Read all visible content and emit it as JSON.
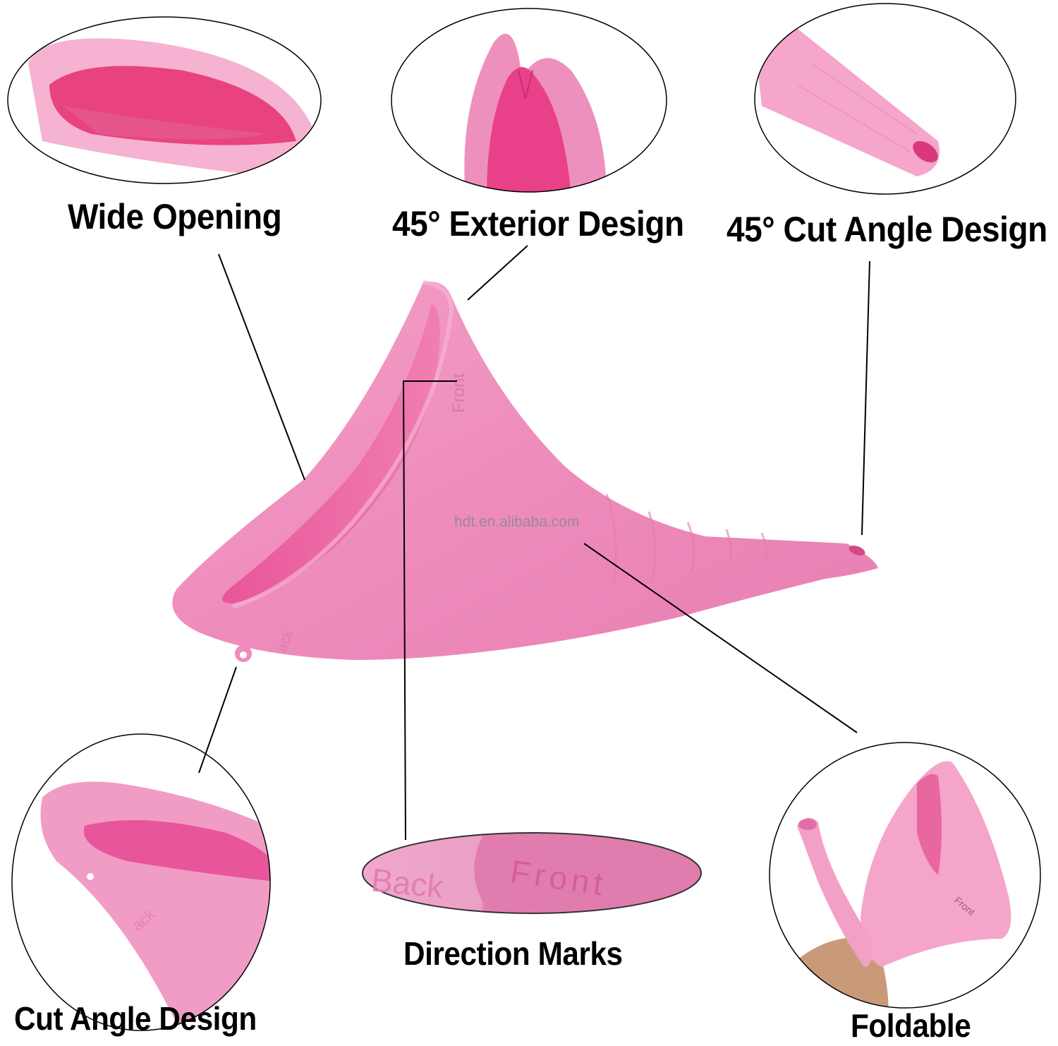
{
  "colors": {
    "product_pink": "#ee8fbd",
    "product_pink_light": "#f5a9ca",
    "product_pink_inner": "#e85a96",
    "product_pink_deep": "#d9397a",
    "background": "#ffffff",
    "text": "#000000",
    "callout_line": "#000000"
  },
  "callouts": [
    {
      "id": "wide-opening",
      "label": "Wide Opening"
    },
    {
      "id": "exterior-design",
      "label": "45° Exterior Design"
    },
    {
      "id": "cut-angle-45",
      "label": "45° Cut Angle Design"
    },
    {
      "id": "direction-marks",
      "label": "Direction Marks"
    },
    {
      "id": "cut-angle",
      "label": "Cut Angle Design"
    },
    {
      "id": "foldable",
      "label": "Foldable"
    }
  ],
  "product_marks": {
    "front": "Front",
    "back": "Back",
    "back_partial": "ack"
  },
  "watermark": "hdt.en.alibaba.com"
}
